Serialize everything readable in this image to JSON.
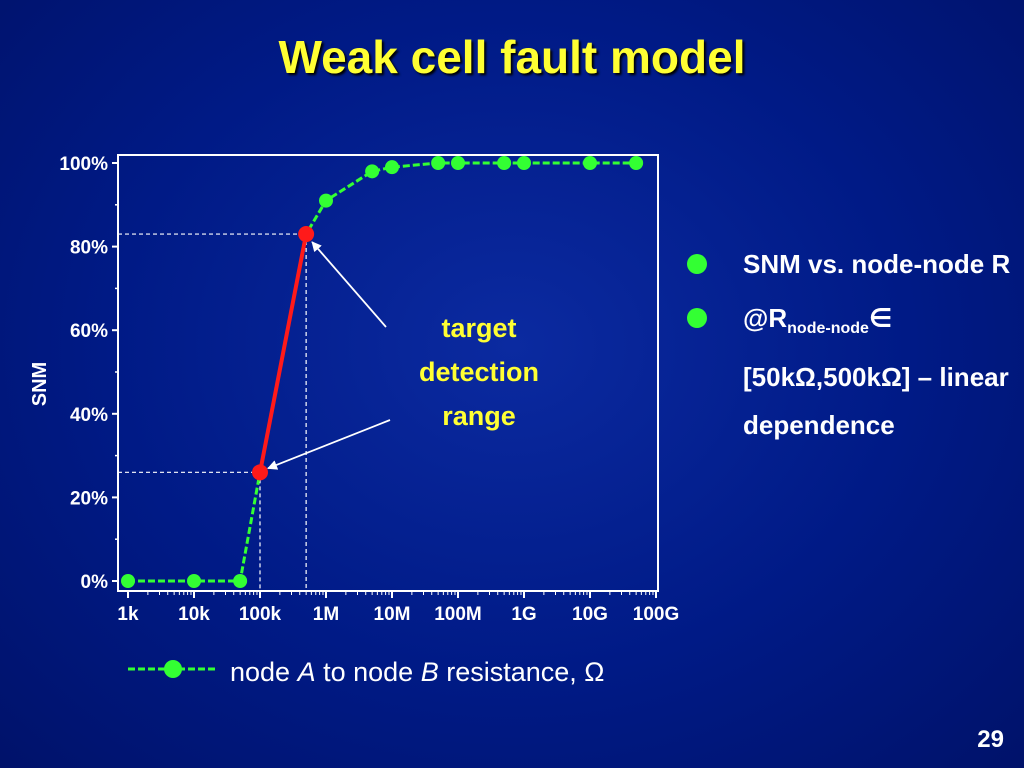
{
  "slide": {
    "title": "Weak cell fault model",
    "page_number": "29"
  },
  "bullets": [
    {
      "text": "SNM vs. node-node R"
    },
    {
      "prefix": "@R",
      "sub": "node-node",
      "sym": "∈",
      "rest": "[50kΩ,500kΩ] – linear dependence"
    }
  ],
  "colors": {
    "background": "#001a86",
    "title": "#ffff33",
    "series": "#33ff33",
    "highlight": "#ff1a1a",
    "annotation": "#ffff33"
  },
  "chart_data": {
    "type": "line",
    "ylabel": "SNM",
    "x_scale": "log",
    "x_ticks": [
      1000,
      10000,
      100000,
      1000000,
      10000000,
      100000000,
      1000000000,
      10000000000,
      100000000000
    ],
    "x_tick_labels": [
      "1k",
      "10k",
      "100k",
      "1M",
      "10M",
      "100M",
      "1G",
      "10G",
      "100G"
    ],
    "y_ticks": [
      0,
      20,
      40,
      60,
      80,
      100
    ],
    "y_tick_labels": [
      "0%",
      "20%",
      "40%",
      "60%",
      "80%",
      "100%"
    ],
    "ylim": [
      0,
      100
    ],
    "series": [
      {
        "name": "node A to node B resistance, Ω",
        "x": [
          1000,
          10000,
          50000,
          100000,
          500000,
          1000000,
          5000000,
          10000000,
          50000000,
          100000000,
          500000000,
          1000000000,
          10000000000,
          50000000000
        ],
        "y": [
          0,
          0,
          0,
          26,
          83,
          91,
          98,
          99,
          100,
          100,
          100,
          100,
          100,
          100
        ]
      }
    ],
    "highlight_range": {
      "x": [
        100000,
        500000
      ],
      "y": [
        26,
        83
      ]
    },
    "annotation": "target detection range",
    "legend": {
      "placement": "bottom",
      "parts": [
        "node ",
        "A",
        " to node ",
        "B",
        " resistance, ",
        "Ω"
      ]
    }
  }
}
